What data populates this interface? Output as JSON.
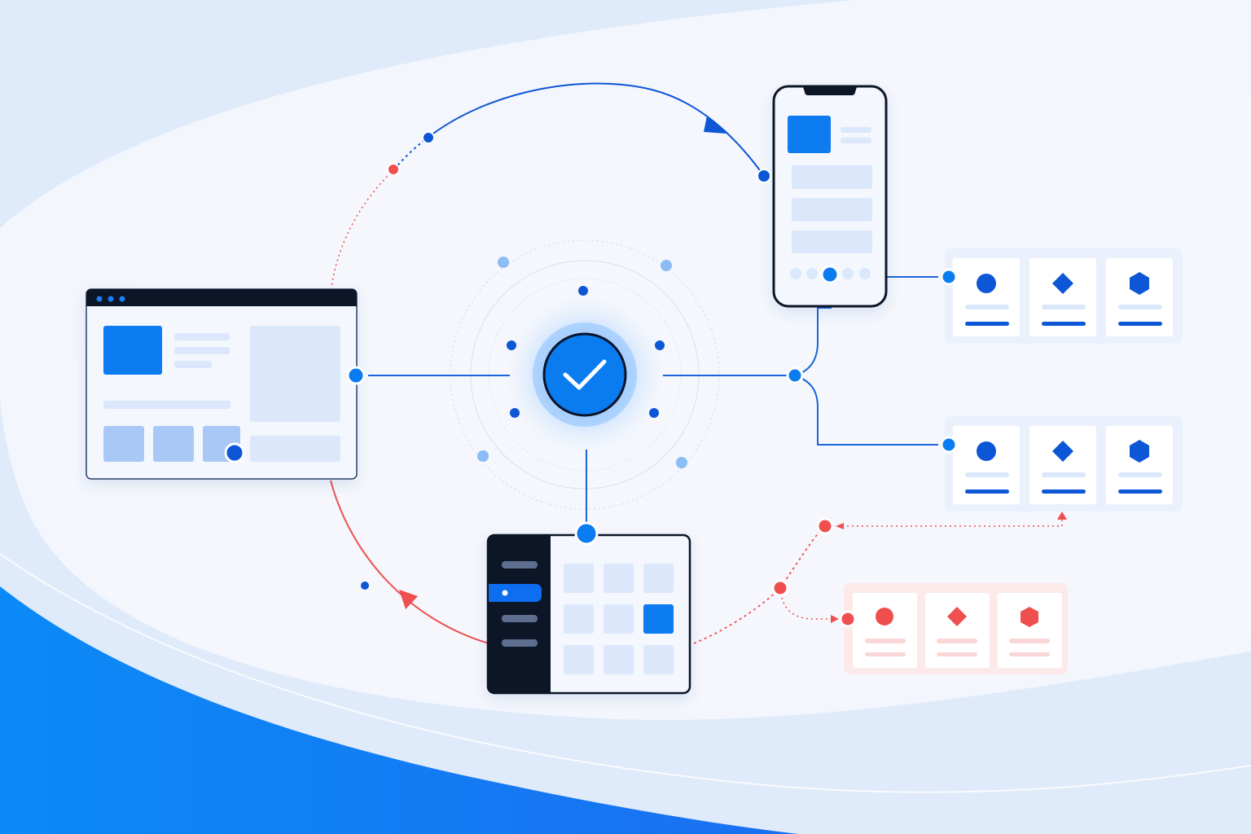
{
  "colors": {
    "primary": "#0a7cf0",
    "primary_dark": "#0d56d6",
    "navy": "#0a1428",
    "alert": "#ef4f4f",
    "alert_soft": "#fde8e8",
    "skeleton": "#dbe7fb",
    "skeleton_mid": "#a9c8f5",
    "card_bg": "#f4f7fd",
    "page_bg": "#f3f6fc",
    "wave": "#0b8af7"
  },
  "hub": {
    "status": "verified",
    "icon": "check-icon"
  },
  "nodes": {
    "browser_window": {
      "kind": "desktop-browser",
      "active_thumbnail": 3
    },
    "mobile_phone": {
      "kind": "mobile-app",
      "list_rows": 3,
      "active_dot": 2
    },
    "tablet_dashboard": {
      "kind": "tablet",
      "active_menu_item": 2,
      "active_cell": 6
    },
    "component_set_top": {
      "state": "ok",
      "shapes": [
        "circle",
        "diamond",
        "hexagon"
      ]
    },
    "component_set_middle": {
      "state": "ok",
      "shapes": [
        "circle",
        "diamond",
        "hexagon"
      ]
    },
    "component_set_bottom": {
      "state": "error",
      "shapes": [
        "circle",
        "diamond",
        "hexagon"
      ]
    }
  }
}
